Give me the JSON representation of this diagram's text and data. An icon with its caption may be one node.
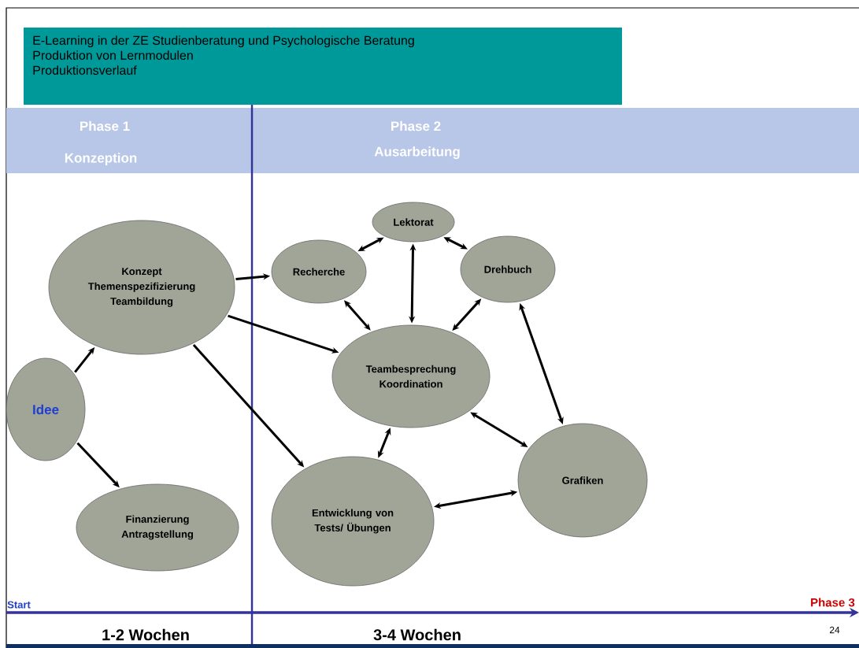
{
  "diagram": {
    "title": "E-Learning in der ZE Studienberatung und Psychologische Beratung",
    "nodes": [
      {
        "text": [
          "Idee"
        ]
      },
      {
        "text": [
          "Konzept Themenspezifizierung Teambildung"
        ]
      },
      {
        "text": [
          "Finanzierung Antragstellung"
        ]
      },
      {
        "text": [
          "Lektorat"
        ]
      },
      {
        "text": [
          "Recherche"
        ]
      },
      {
        "text": [
          "Drehbuch"
        ]
      },
      {
        "text": [
          "Teambesprechung Koordination"
        ]
      },
      {
        "text": [
          "Entwicklung von Tests/ Übungen"
        ]
      },
      {
        "text": [
          "Grafiken"
        ]
      }
    ],
    "edges": [
      {
        "from": 0,
        "to": 1,
        "arrow": "to"
      },
      {
        "from": 0,
        "to": 2,
        "arrow": "to"
      },
      {
        "from": 1,
        "to": 4,
        "arrow": "to"
      },
      {
        "from": 1,
        "to": 6,
        "arrow": "to"
      },
      {
        "from": 1,
        "to": 7,
        "arrow": "to"
      },
      {
        "from": 4,
        "to": 3,
        "arrow": "both"
      },
      {
        "from": 3,
        "to": 5,
        "arrow": "both"
      },
      {
        "from": 3,
        "to": 6,
        "arrow": "both"
      },
      {
        "from": 4,
        "to": 6,
        "arrow": "both"
      },
      {
        "from": 5,
        "to": 6,
        "arrow": "both"
      },
      {
        "from": 5,
        "to": 8,
        "arrow": "both"
      },
      {
        "from": 6,
        "to": 8,
        "arrow": "both"
      },
      {
        "from": 6,
        "to": 7,
        "arrow": "both"
      },
      {
        "from": 7,
        "to": 8,
        "arrow": "both"
      }
    ],
    "labels": [
      "Produktion von Lernmodulen",
      "Produktionsverlauf",
      "Phase 1",
      "Konzeption",
      "Phase 2",
      "Ausarbeitung",
      "Start",
      "Phase 3",
      "24",
      "1-2 Wochen",
      "3-4 Wochen"
    ]
  }
}
